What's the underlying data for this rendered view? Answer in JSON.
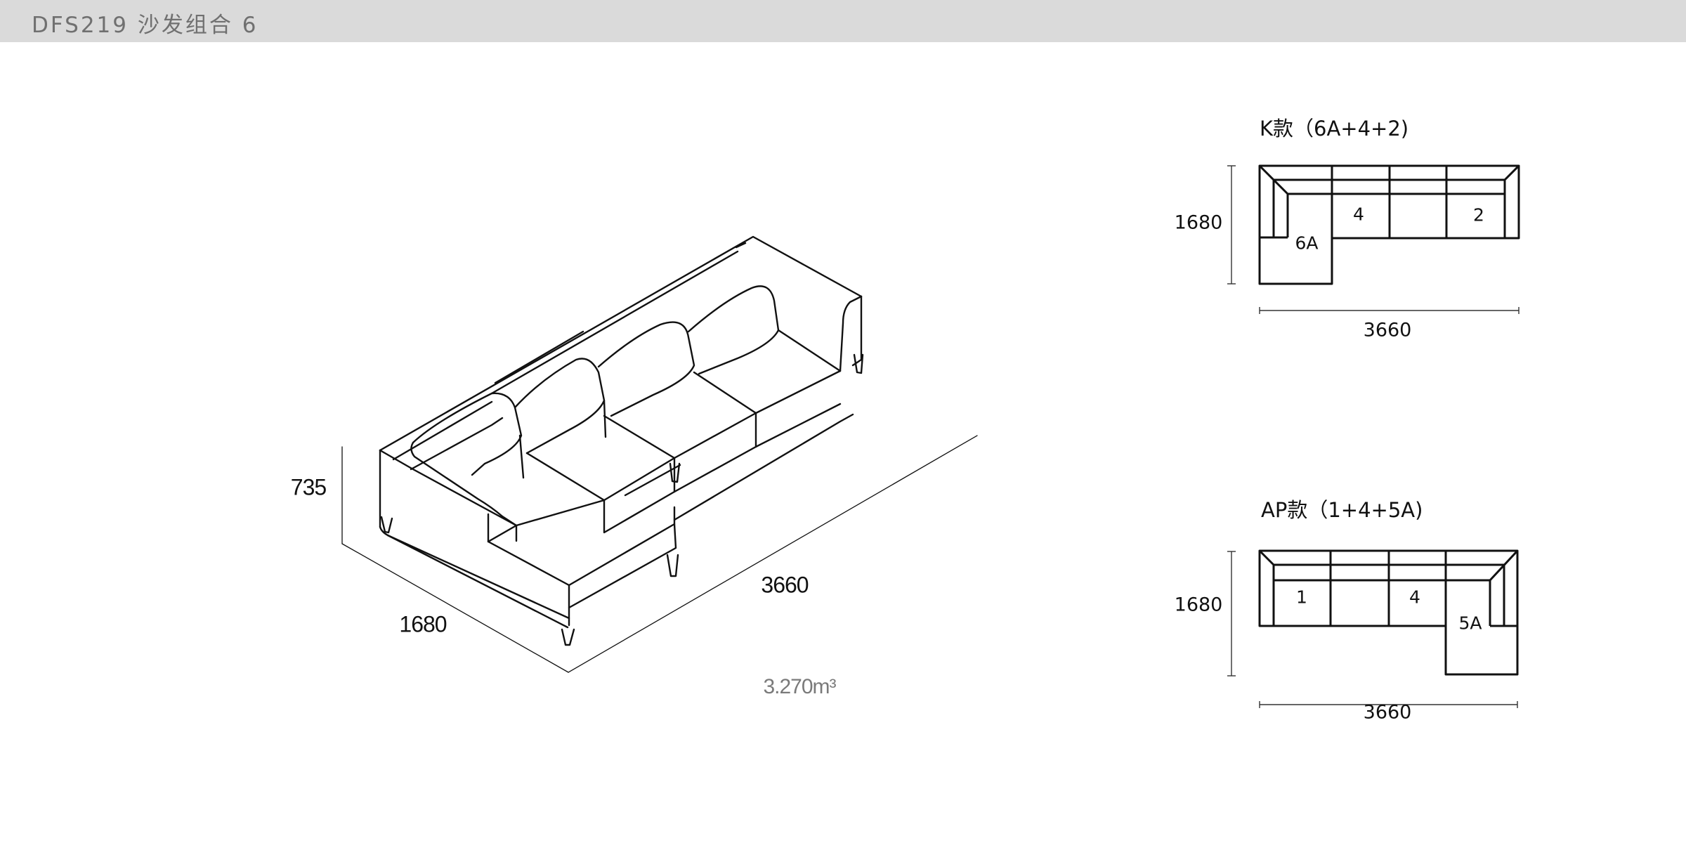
{
  "header": {
    "title": "DFS219 沙发组合 6"
  },
  "isometric_view": {
    "height_label": "735",
    "depth_label": "1680",
    "width_label": "3660",
    "volume_label": "3.270m³"
  },
  "plans": [
    {
      "title": "K款（6A+4+2)",
      "depth_label": "1680",
      "width_label": "3660",
      "seats": [
        {
          "label": "6A"
        },
        {
          "label": "4"
        },
        {
          "label": ""
        },
        {
          "label": "2"
        }
      ]
    },
    {
      "title": "AP款（1+4+5A)",
      "depth_label": "1680",
      "width_label": "3660",
      "seats": [
        {
          "label": "1"
        },
        {
          "label": ""
        },
        {
          "label": "4"
        },
        {
          "label": "5A"
        }
      ]
    }
  ],
  "colors": {
    "header_bg": "#dadada",
    "header_text": "#707070",
    "line": "#111111",
    "volume_text": "#7a7a7a"
  }
}
